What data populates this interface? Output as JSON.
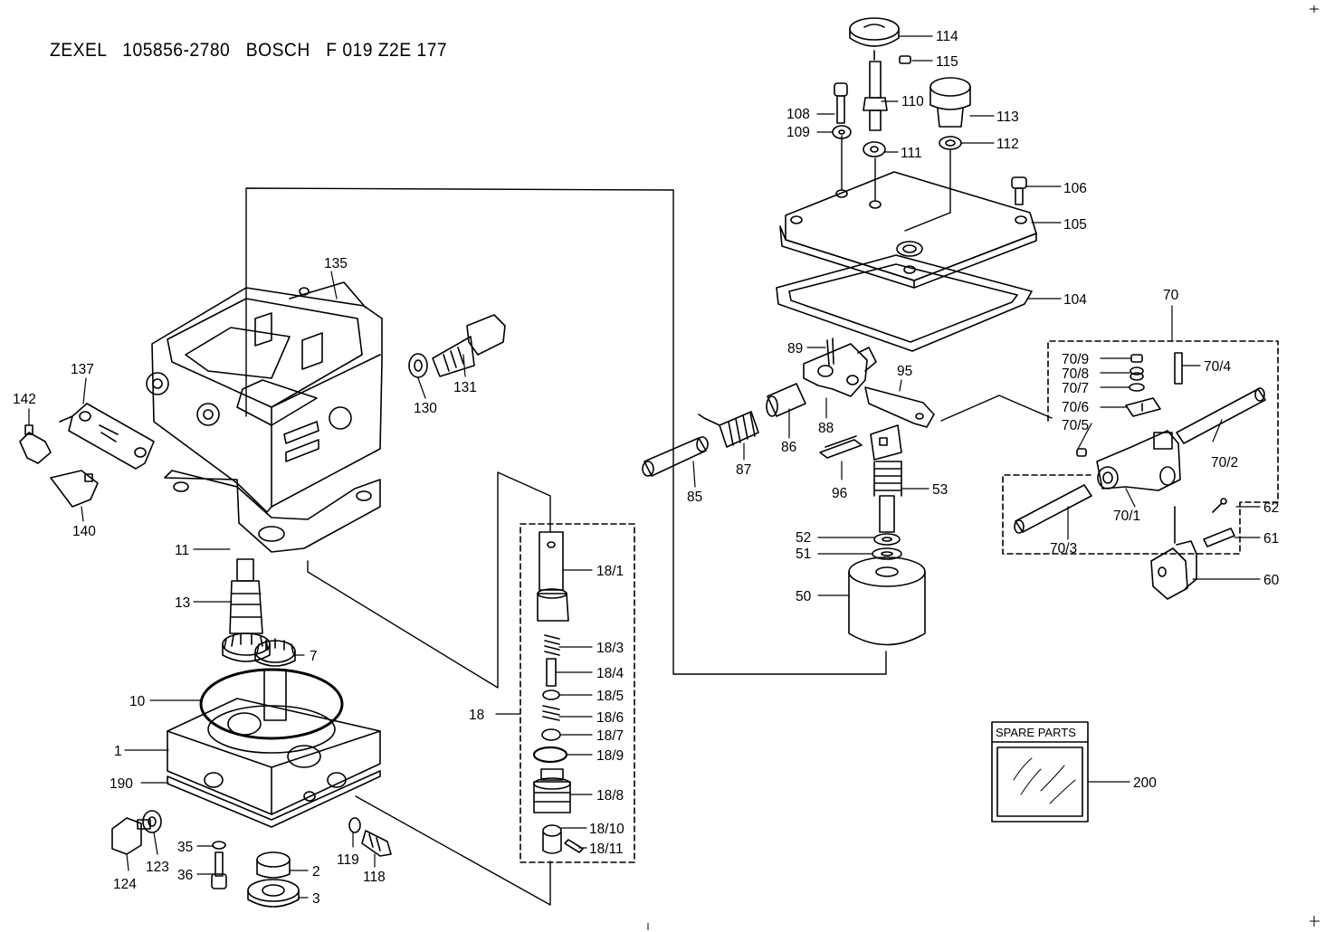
{
  "header": {
    "segments": [
      "ZEXEL",
      "105856-2780",
      "BOSCH",
      "F 019 Z2E 177"
    ]
  },
  "spare_parts_title": "SPARE PARTS",
  "labels": {
    "l114": "114",
    "l115": "115",
    "l108": "108",
    "l110": "110",
    "l113": "113",
    "l109": "109",
    "l111": "111",
    "l112": "112",
    "l106": "106",
    "l105": "105",
    "l104": "104",
    "l70": "70",
    "l135": "135",
    "l137": "137",
    "l142": "142",
    "l130": "130",
    "l131": "131",
    "l140": "140",
    "l89": "89",
    "l95": "95",
    "l70_9": "70/9",
    "l70_8": "70/8",
    "l70_7": "70/7",
    "l70_6": "70/6",
    "l70_5": "70/5",
    "l70_4": "70/4",
    "l70_2": "70/2",
    "l70_1": "70/1",
    "l70_3": "70/3",
    "l88": "88",
    "l86": "86",
    "l87": "87",
    "l85": "85",
    "l96": "96",
    "l53": "53",
    "l52": "52",
    "l51": "51",
    "l50": "50",
    "l62": "62",
    "l61": "61",
    "l60": "60",
    "l11": "11",
    "l13": "13",
    "l7": "7",
    "l10": "10",
    "l1": "1",
    "l190": "190",
    "l124": "124",
    "l123": "123",
    "l35": "35",
    "l36": "36",
    "l2": "2",
    "l3": "3",
    "l119": "119",
    "l118": "118",
    "l18": "18",
    "l18_1": "18/1",
    "l18_3": "18/3",
    "l18_4": "18/4",
    "l18_5": "18/5",
    "l18_6": "18/6",
    "l18_7": "18/7",
    "l18_9": "18/9",
    "l18_8": "18/8",
    "l18_10": "18/10",
    "l18_11": "18/11",
    "l200": "200"
  }
}
